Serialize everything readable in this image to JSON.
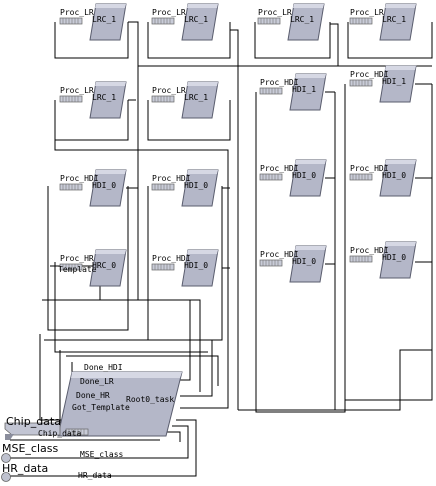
{
  "diagram": {
    "blocks": [
      {
        "id": "lrc1_a",
        "proc": "Proc_LR",
        "label": "LRC_1"
      },
      {
        "id": "lrc1_b",
        "proc": "Proc_LR",
        "label": "LRC_1"
      },
      {
        "id": "lrc1_c",
        "proc": "Proc_LR",
        "label": "LRC_1"
      },
      {
        "id": "lrc1_d",
        "proc": "Proc_LR",
        "label": "LRC_1"
      },
      {
        "id": "lrc1_e",
        "proc": "Proc_LR",
        "label": "LRC_1"
      },
      {
        "id": "lrc1_f",
        "proc": "Proc_LR",
        "label": "LRC_1"
      },
      {
        "id": "hdi1_a",
        "proc": "Proc_HDI",
        "label": "HDI_1"
      },
      {
        "id": "hdi1_b",
        "proc": "Proc_HDI",
        "label": "HDI_1"
      },
      {
        "id": "hdi0_a",
        "proc": "Proc_HDI",
        "label": "HDI_0"
      },
      {
        "id": "hdi0_b",
        "proc": "Proc_HDI",
        "label": "HDI_0"
      },
      {
        "id": "hdi0_c",
        "proc": "Proc_HDI",
        "label": "HDI_0"
      },
      {
        "id": "hdi0_d",
        "proc": "Proc_HDI",
        "label": "HDI_0"
      },
      {
        "id": "hrc0",
        "proc": "Proc_HR",
        "label": "HRC_0",
        "sub": "Template"
      },
      {
        "id": "hdi0_e",
        "proc": "Proc_HDI",
        "label": "HDI_0"
      },
      {
        "id": "hdi0_f",
        "proc": "Proc_HDI",
        "label": "HDI_0"
      },
      {
        "id": "hdi0_g",
        "proc": "Proc_HDI",
        "label": "HDI_0"
      }
    ],
    "root": {
      "label": "Root0_task",
      "inputs": [
        "Done_HDI",
        "Done_LR",
        "Done_HR",
        "Got_Template"
      ]
    },
    "ports": [
      {
        "name": "Chip_data",
        "signal": "Chip_data"
      },
      {
        "name": "MSE_class",
        "signal": "MSE_class"
      },
      {
        "name": "HR_data",
        "signal": "HR_data"
      }
    ]
  }
}
